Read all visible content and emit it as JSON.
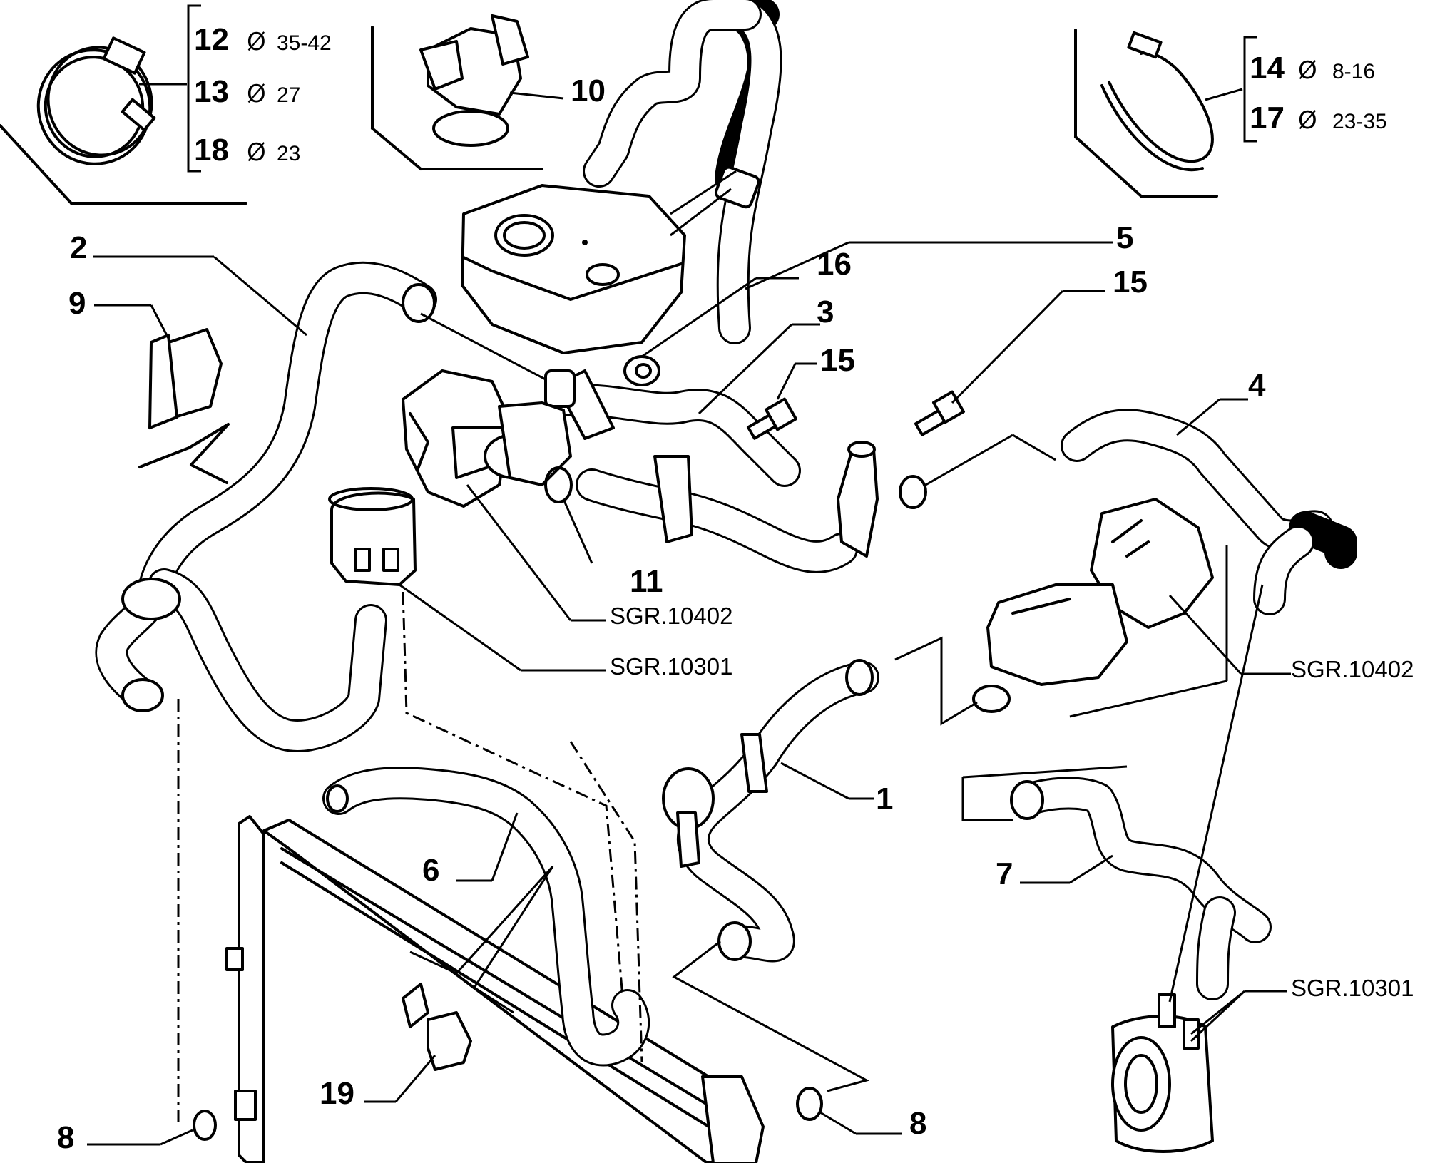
{
  "labels": {
    "p1": "1",
    "p2": "2",
    "p3": "3",
    "p4": "4",
    "p5": "5",
    "p6": "6",
    "p7": "7",
    "p8a": "8",
    "p8b": "8",
    "p9": "9",
    "p10": "10",
    "p11": "11",
    "p15a": "15",
    "p15b": "15",
    "p16": "16",
    "p19": "19"
  },
  "clamp_left": {
    "rows": [
      {
        "num": "12",
        "symbol": "Ø",
        "size": "35-42"
      },
      {
        "num": "13",
        "symbol": "Ø",
        "size": "27"
      },
      {
        "num": "18",
        "symbol": "Ø",
        "size": "23"
      }
    ]
  },
  "clamp_right": {
    "rows": [
      {
        "num": "14",
        "symbol": "Ø",
        "size": "8-16"
      },
      {
        "num": "17",
        "symbol": "Ø",
        "size": "23-35"
      }
    ]
  },
  "references": {
    "sgr_10402_pump": "SGR.10402",
    "sgr_10301_filter": "SGR.10301",
    "sgr_10402_right": "SGR.10402",
    "sgr_10301_cooler": "SGR.10301"
  }
}
